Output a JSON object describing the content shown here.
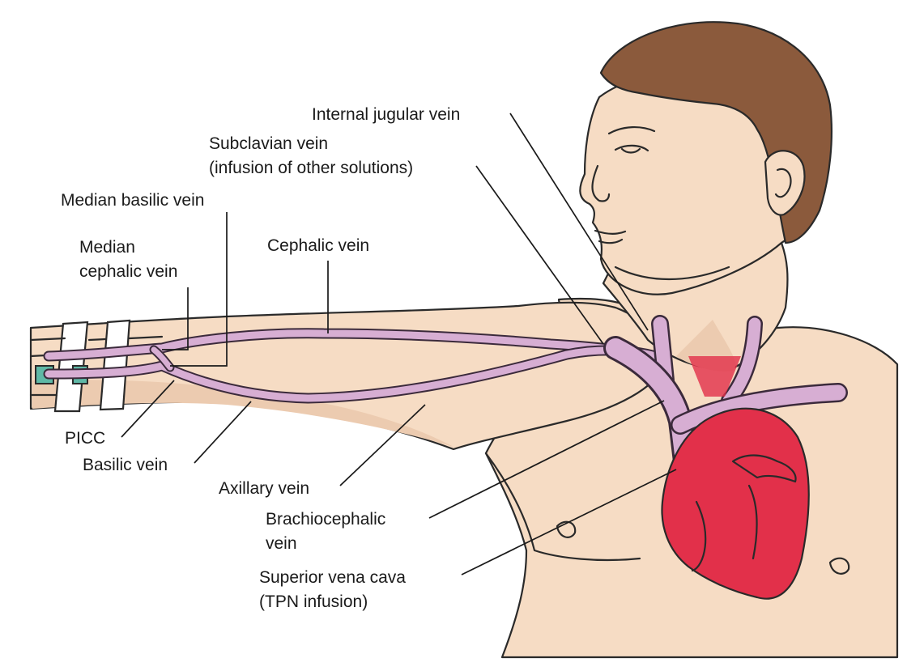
{
  "labels": {
    "internal_jugular": "Internal jugular vein",
    "subclavian_1": "Subclavian vein",
    "subclavian_2": "(infusion of other solutions)",
    "median_basilic": "Median basilic vein",
    "median_cephalic_1": "Median",
    "median_cephalic_2": "cephalic vein",
    "cephalic": "Cephalic vein",
    "picc": "PICC",
    "basilic": "Basilic vein",
    "axillary": "Axillary vein",
    "brachiocephalic_1": "Brachiocephalic",
    "brachiocephalic_2": "vein",
    "svc_1": "Superior vena cava",
    "svc_2": "(TPN infusion)"
  },
  "colors": {
    "skin": "#f6dcc4",
    "hair": "#8b5a3c",
    "vein": "#d7aed3",
    "heart": "#e2304a",
    "catheter": "#5fb8a6"
  }
}
